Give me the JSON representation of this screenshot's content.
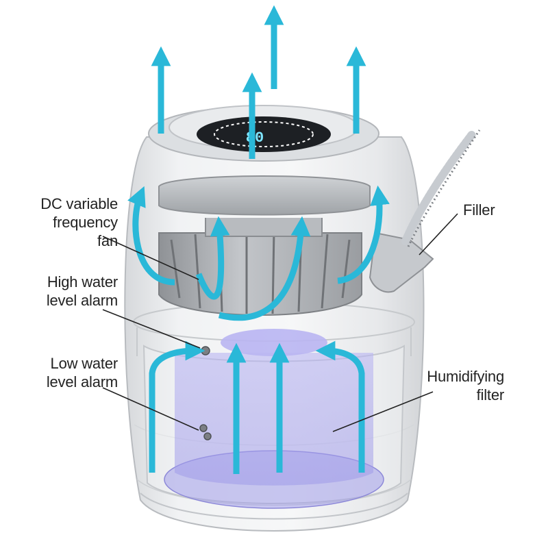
{
  "labels": {
    "fan": "DC variable\nfrequency\nfan",
    "high_alarm": "High water\nlevel alarm",
    "low_alarm": "Low water\nlevel alarm",
    "filler": "Filler",
    "filter": "Humidifying\nfilter"
  },
  "display": {
    "readout": "80"
  },
  "colors": {
    "airflow": "#2ab8d8",
    "filter": "#a8a4ee",
    "housing": "#e2e4e6",
    "leader": "#222222"
  },
  "icons": {
    "airflow": "arrow-up-icon",
    "water": "water-drop-icon"
  }
}
